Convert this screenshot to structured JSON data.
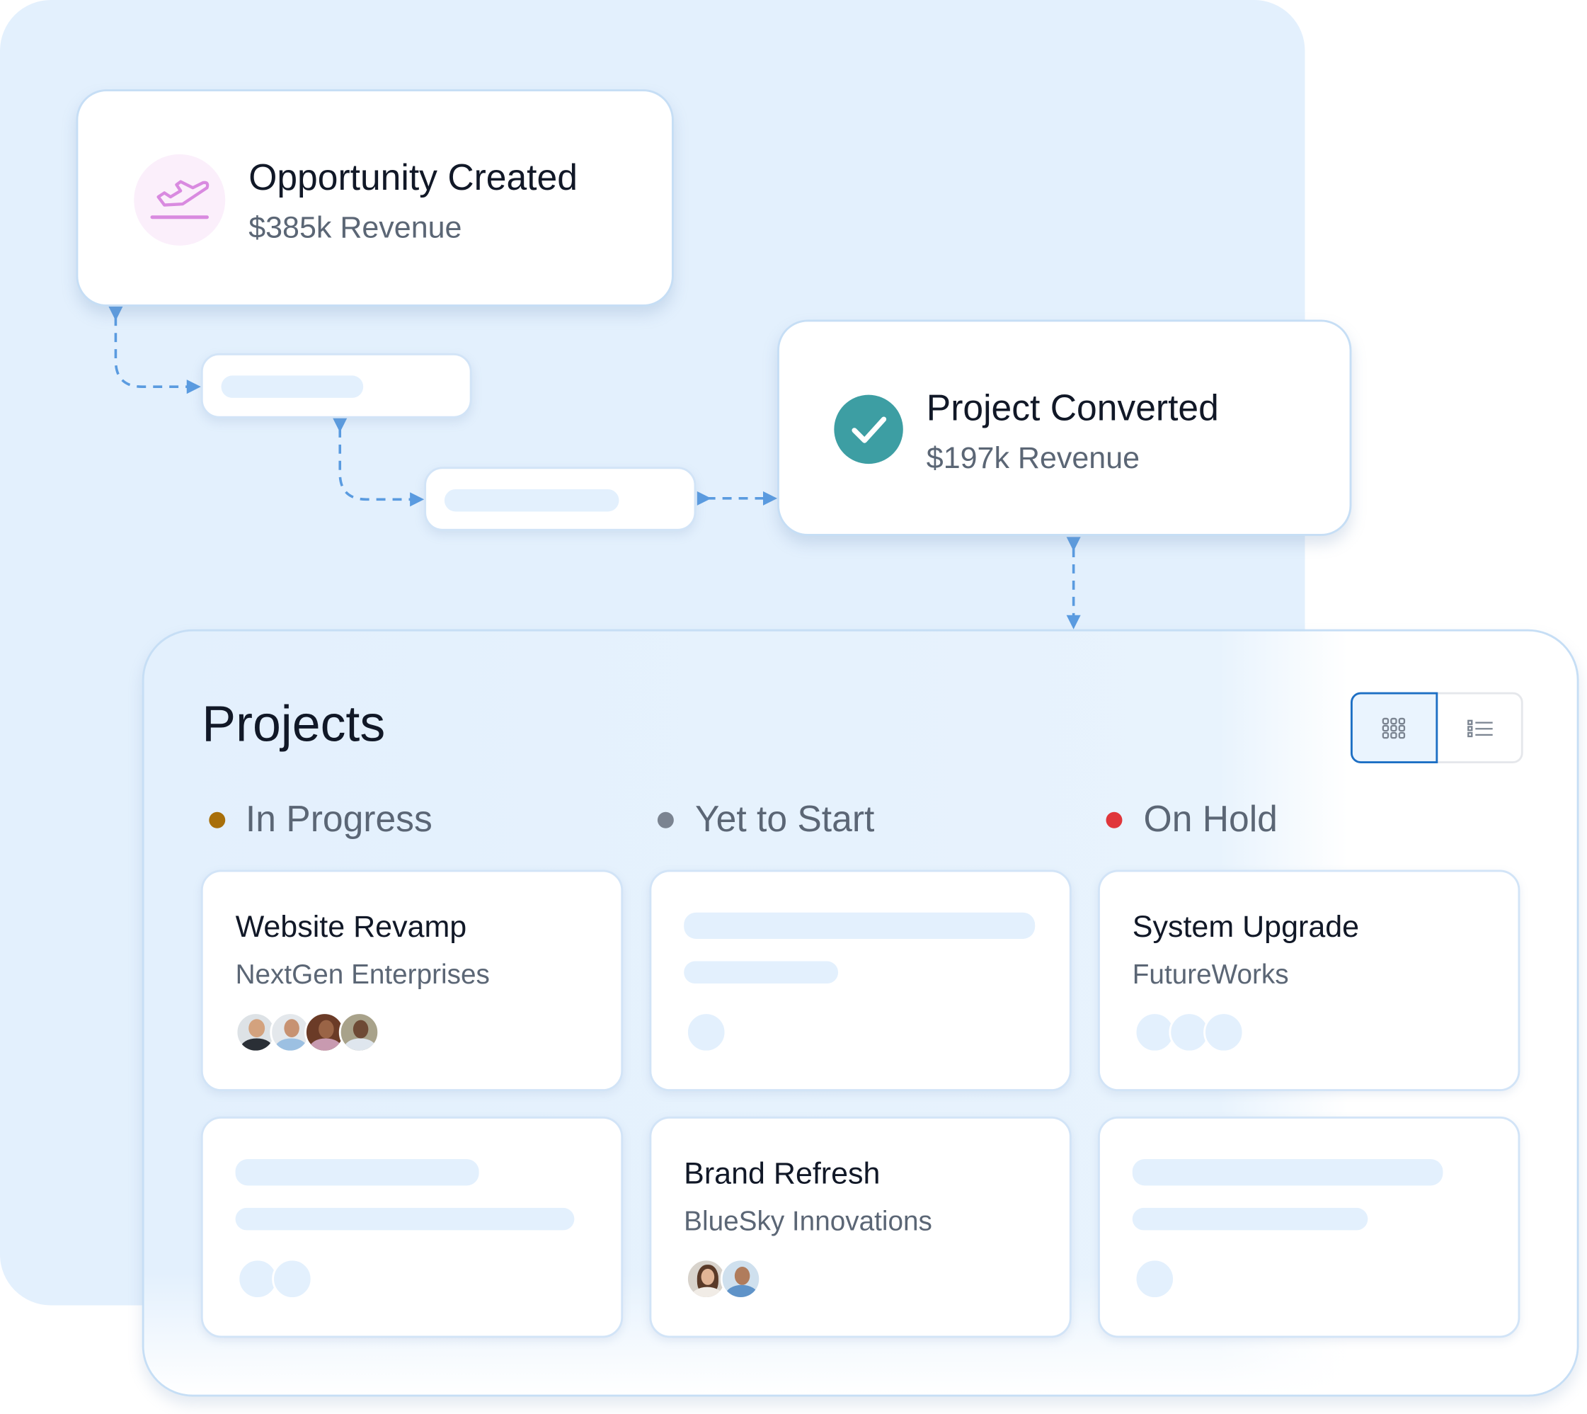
{
  "flow": {
    "opportunity": {
      "title": "Opportunity Created",
      "subtitle": "$385k Revenue",
      "icon": "airplane-takeoff-icon",
      "icon_color": "#d98ae0"
    },
    "project": {
      "title": "Project Converted",
      "subtitle": "$197k Revenue",
      "icon": "check-circle-icon",
      "icon_color": "#3d9ea3"
    }
  },
  "projects": {
    "title": "Projects",
    "view_toggle": {
      "active": "grid",
      "options": [
        "grid-view-icon",
        "list-view-icon"
      ]
    },
    "columns": [
      {
        "label": "In Progress",
        "color": "#a86f0a"
      },
      {
        "label": "Yet to Start",
        "color": "#7b8491"
      },
      {
        "label": "On Hold",
        "color": "#e0363b"
      }
    ],
    "cards": [
      {
        "title": "Website Revamp",
        "client": "NextGen Enterprises",
        "avatars": 4
      },
      {
        "title": "System Upgrade",
        "client": "FutureWorks",
        "avatars": 3
      },
      {
        "title": "Brand Refresh",
        "client": "BlueSky Innovations",
        "avatars": 2
      }
    ]
  }
}
